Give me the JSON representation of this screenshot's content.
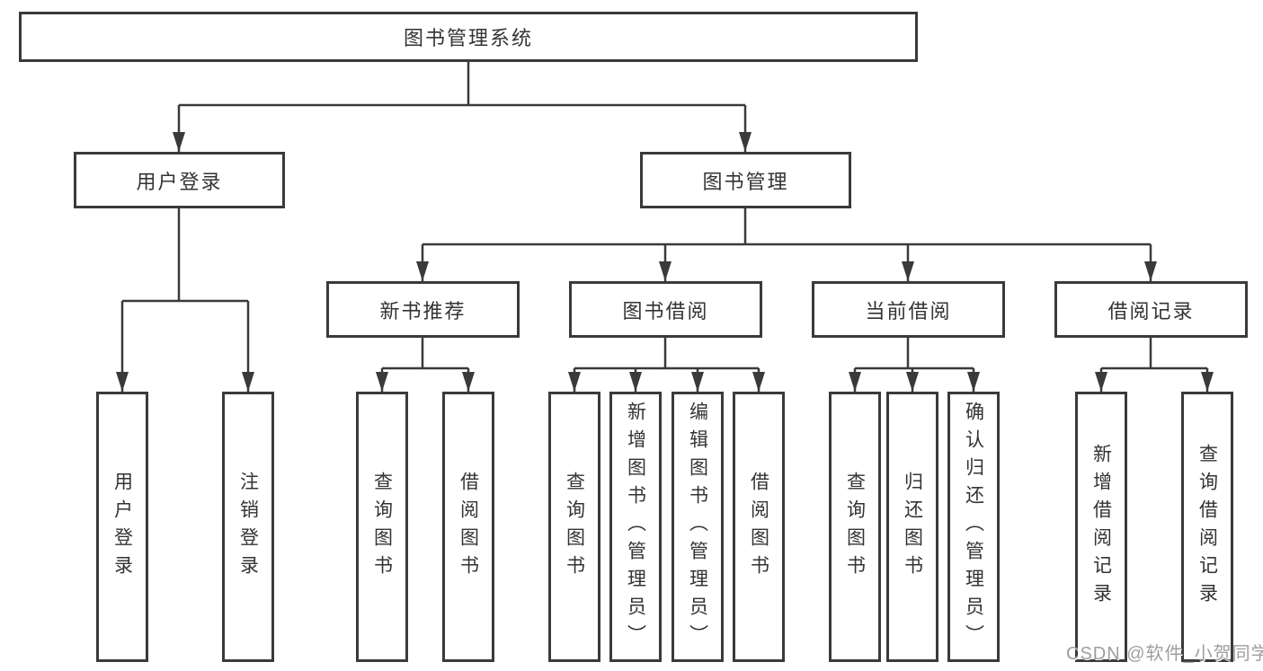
{
  "tree": {
    "root": {
      "label": "图书管理系统"
    },
    "children": [
      {
        "label": "用户登录",
        "children": [
          {
            "label": "用户登录"
          },
          {
            "label": "注销登录"
          }
        ]
      },
      {
        "label": "图书管理",
        "children": [
          {
            "label": "新书推荐",
            "children": [
              {
                "label": "查询图书"
              },
              {
                "label": "借阅图书"
              }
            ]
          },
          {
            "label": "图书借阅",
            "children": [
              {
                "label": "查询图书"
              },
              {
                "label": "新增图书（管理员）"
              },
              {
                "label": "编辑图书（管理员）"
              },
              {
                "label": "借阅图书"
              }
            ]
          },
          {
            "label": "当前借阅",
            "children": [
              {
                "label": "查询图书"
              },
              {
                "label": "归还图书"
              },
              {
                "label": "确认归还（管理员）"
              }
            ]
          },
          {
            "label": "借阅记录",
            "children": [
              {
                "label": "新增借阅记录"
              },
              {
                "label": "查询借阅记录"
              }
            ]
          }
        ]
      }
    ]
  },
  "watermark": {
    "text": "CSDN @软件_小贺同学"
  },
  "colors": {
    "line": "#3a3a3a",
    "text": "#333333",
    "watermark": "#9e9e9e",
    "background": "#ffffff"
  }
}
